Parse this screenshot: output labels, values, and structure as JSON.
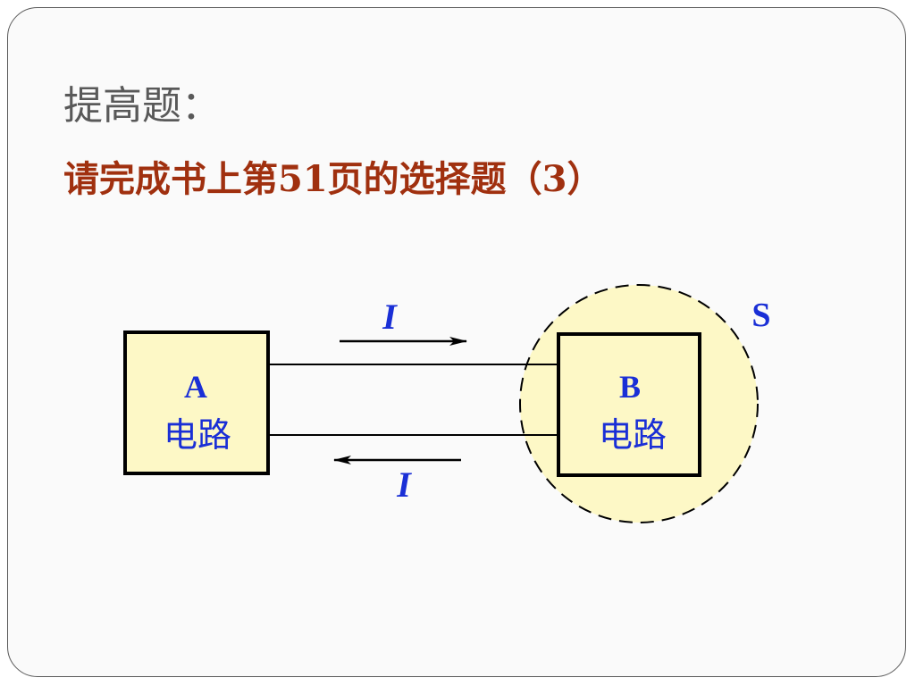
{
  "heading": "提高题：",
  "task": "请完成书上第51页的选择题（3）",
  "diagram": {
    "circuit_a": {
      "letter": "A",
      "name": "电路"
    },
    "circuit_b": {
      "letter": "B",
      "name": "电路"
    },
    "surface_label": "S",
    "current_top": "I",
    "current_bottom": "I",
    "colors": {
      "box_fill": "#fdf8c6",
      "label_blue": "#1a2fd6",
      "task_red": "#a0300f"
    }
  }
}
